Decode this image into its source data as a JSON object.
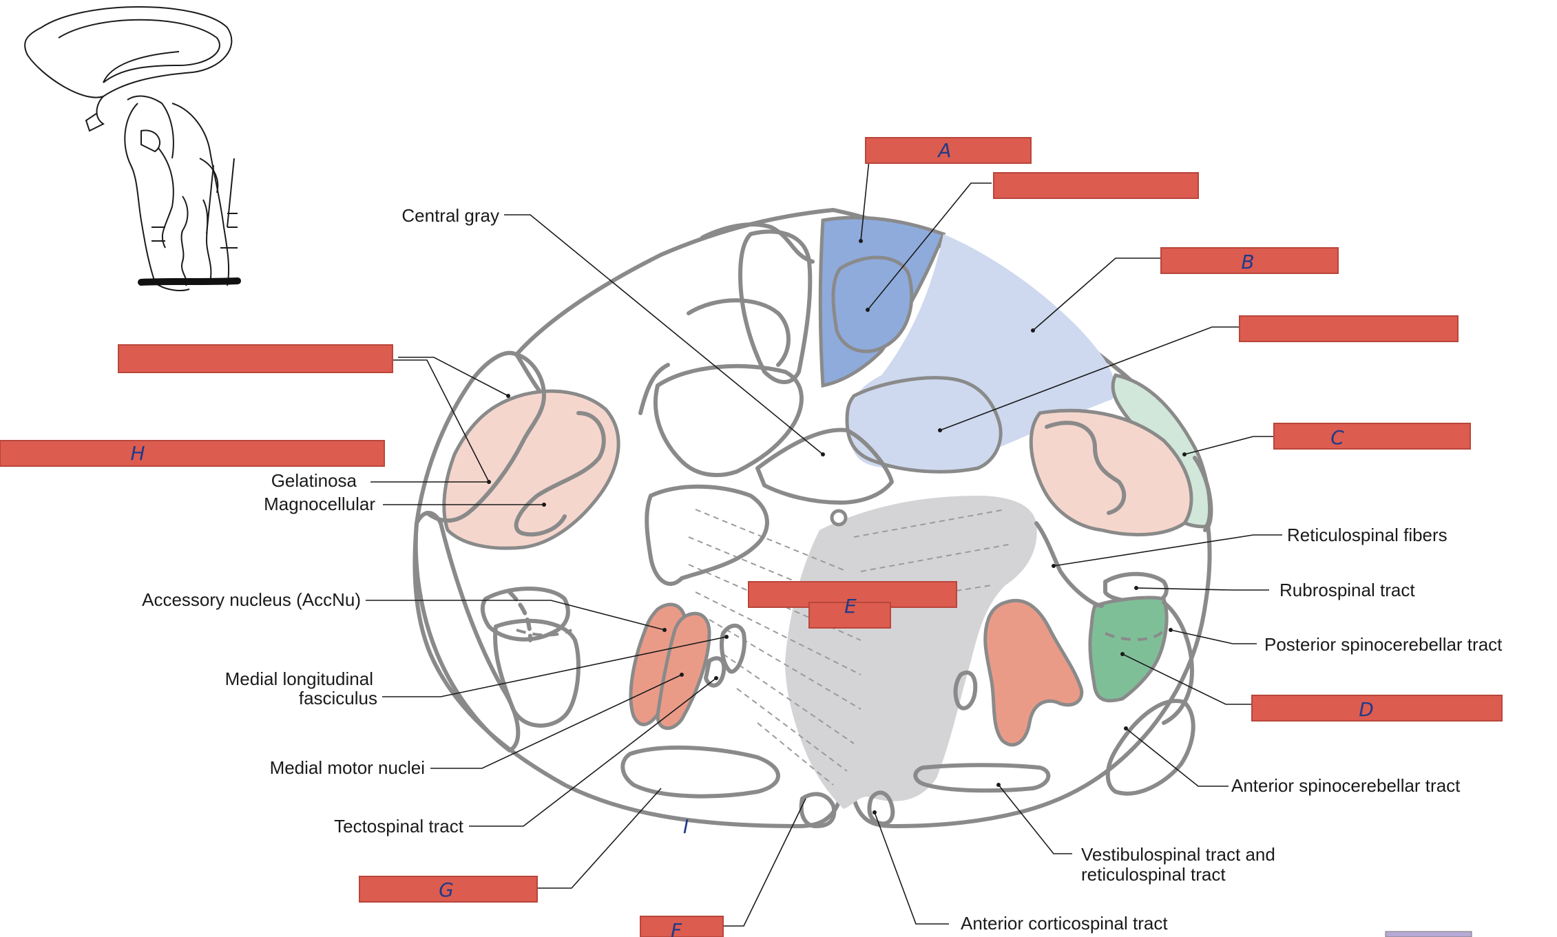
{
  "colors": {
    "label_box": "#dc5c4f",
    "outline": "#8a8a8a",
    "dorsal_blue": "#8eabdc",
    "light_blue": "#ced9ef",
    "pink": "#f5d6cd",
    "salmon": "#ea9b88",
    "green_dark": "#7fbf98",
    "green_light": "#d1e7d9",
    "gray_fill": "#d4d4d6",
    "corner_swatch": "#b7a9d6",
    "handwriting": "#1f3a8a"
  },
  "blank_labels": {
    "A": "A",
    "B": "B",
    "C": "C",
    "D": "D",
    "E": "E",
    "F": "F",
    "G": "G",
    "H": "H",
    "I": "I"
  },
  "labels": {
    "central_gray": "Central gray",
    "gelatinosa": "Gelatinosa",
    "magnocellular": "Magnocellular",
    "accessory_nucleus": "Accessory nucleus (AccNu)",
    "mlf_line1": "Medial longitudinal",
    "mlf_line2": "fasciculus",
    "medial_motor_nuclei": "Medial motor nuclei",
    "tectospinal": "Tectospinal tract",
    "reticulospinal_fibers": "Reticulospinal fibers",
    "rubrospinal": "Rubrospinal tract",
    "posterior_spinocerebellar": "Posterior spinocerebellar tract",
    "anterior_spinocerebellar": "Anterior spinocerebellar tract",
    "vestibulospinal_line1": "Vestibulospinal tract and",
    "vestibulospinal_line2": "reticulospinal tract",
    "anterior_corticospinal": "Anterior corticospinal tract"
  }
}
